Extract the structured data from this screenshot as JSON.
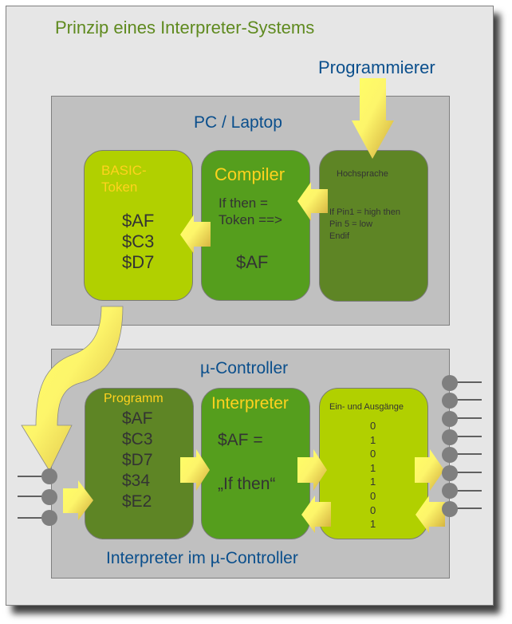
{
  "title": "Prinzip eines Interpreter-Systems",
  "programmer_label": "Programmierer",
  "pc_panel": {
    "title": "PC / Laptop",
    "token_box": {
      "label": "BASIC-\nToken",
      "values": "$AF\n$C3\n$D7"
    },
    "compiler_box": {
      "label": "Compiler",
      "rule": "If then =\nToken ==>",
      "value": "$AF"
    },
    "source_box": {
      "label": "Hochsprache",
      "code": "If Pin1 = high then\nPin 5 = low\nEndif"
    }
  },
  "mc_panel": {
    "title": "µ-Controller",
    "footer": "Interpreter im µ-Controller",
    "program_box": {
      "label": "Programm",
      "values": "$AF\n$C3\n$D7\n$34\n$E2"
    },
    "interpreter_box": {
      "label": "Interpreter",
      "line1": "$AF =",
      "line2": "„If then“"
    },
    "io_box": {
      "label": "Ein- und Ausgänge",
      "bits": "0\n1\n0\n1\n1\n0\n0\n1"
    }
  },
  "colors": {
    "frame_bg": "#e6e6e6",
    "panel_bg": "#c0c0c0",
    "box_light": "#b1d000",
    "box_mid": "#559e1d",
    "box_dark": "#5e8525",
    "title_green": "#5f8a1f",
    "heading_blue": "#0b4f8c",
    "label_yellow": "#ffd21e",
    "arrow_yellow": "#ffff66",
    "arrow_gold": "#d4b23c",
    "pin_gray": "#7f7f7f"
  }
}
